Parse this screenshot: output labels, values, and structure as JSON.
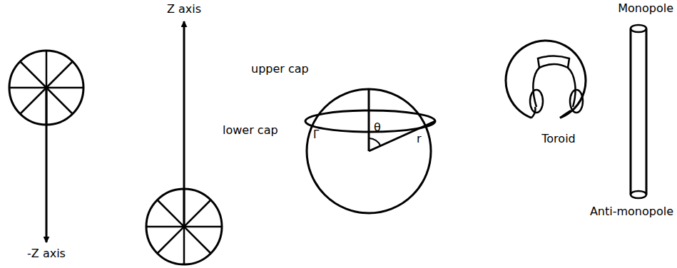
{
  "diagram": {
    "labels": [
      "-Z axis",
      "Z axis",
      "upper cap",
      "lower cap",
      "Γ",
      "θ",
      "r",
      "Toroid",
      "Monopole",
      "Anti-monopole"
    ]
  }
}
